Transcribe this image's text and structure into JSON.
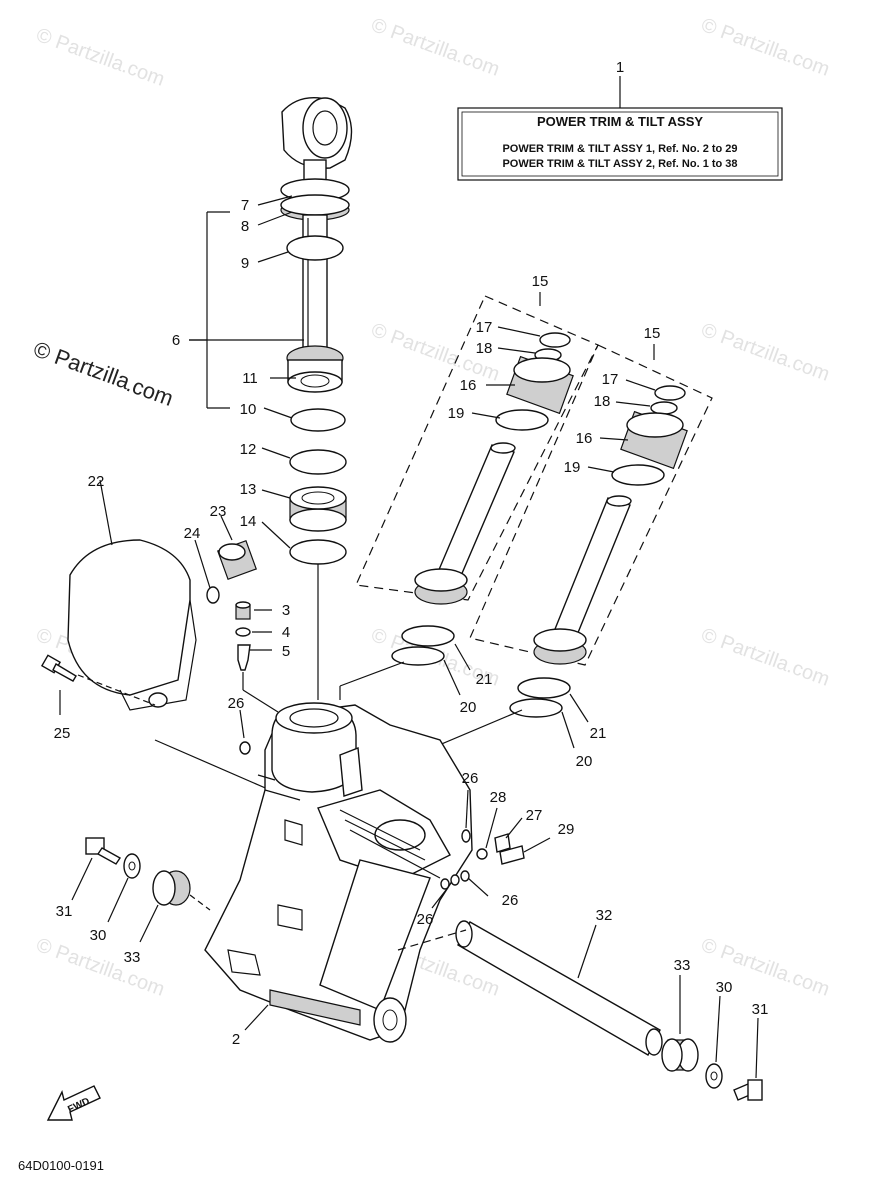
{
  "watermark": {
    "text": "© Partzilla.com",
    "main_text_line1": "© Partzilla",
    "main_text_line2": ".com"
  },
  "title_box": {
    "title": "POWER TRIM & TILT ASSY",
    "line1": "POWER TRIM & TILT ASSY 1, Ref. No. 2 to 29",
    "line2": "POWER TRIM & TILT ASSY 2, Ref. No. 1 to 38"
  },
  "callouts": {
    "c1": "1",
    "c2": "2",
    "c3": "3",
    "c4": "4",
    "c5": "5",
    "c6": "6",
    "c7": "7",
    "c8": "8",
    "c9": "9",
    "c10": "10",
    "c11": "11",
    "c12": "12",
    "c13": "13",
    "c14": "14",
    "c15a": "15",
    "c15b": "15",
    "c16a": "16",
    "c16b": "16",
    "c17a": "17",
    "c17b": "17",
    "c18a": "18",
    "c18b": "18",
    "c19a": "19",
    "c19b": "19",
    "c20a": "20",
    "c20b": "20",
    "c21a": "21",
    "c21b": "21",
    "c22": "22",
    "c23": "23",
    "c24": "24",
    "c25": "25",
    "c26a": "26",
    "c26b": "26",
    "c26c": "26",
    "c26d": "26",
    "c27": "27",
    "c28": "28",
    "c29": "29",
    "c30a": "30",
    "c30b": "30",
    "c31a": "31",
    "c31b": "31",
    "c32": "32",
    "c33a": "33",
    "c33b": "33"
  },
  "fwd_label": "FWD",
  "diagram_code": "64D0100-0191"
}
